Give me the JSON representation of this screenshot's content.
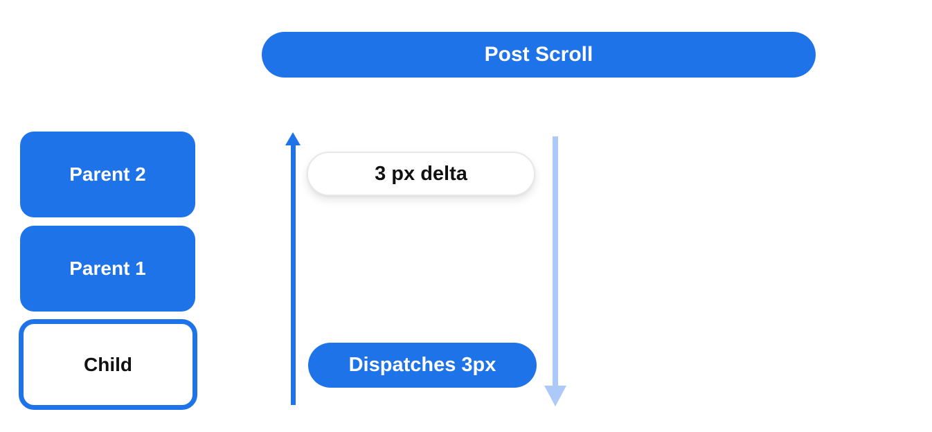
{
  "colors": {
    "primary_blue": "#1e73e8",
    "light_blue": "#adc9f7",
    "pill_border": "#e8e8e8",
    "text_dark": "#111111",
    "text_white": "#ffffff",
    "background": "#ffffff"
  },
  "header": {
    "post_scroll_label": "Post Scroll"
  },
  "hierarchy": {
    "parent2_label": "Parent 2",
    "parent1_label": "Parent 1",
    "child_label": "Child"
  },
  "flow": {
    "delta_label": "3 px delta",
    "dispatch_label": "Dispatches 3px",
    "up_arrow_icon": "arrow-up",
    "down_arrow_icon": "arrow-down"
  }
}
